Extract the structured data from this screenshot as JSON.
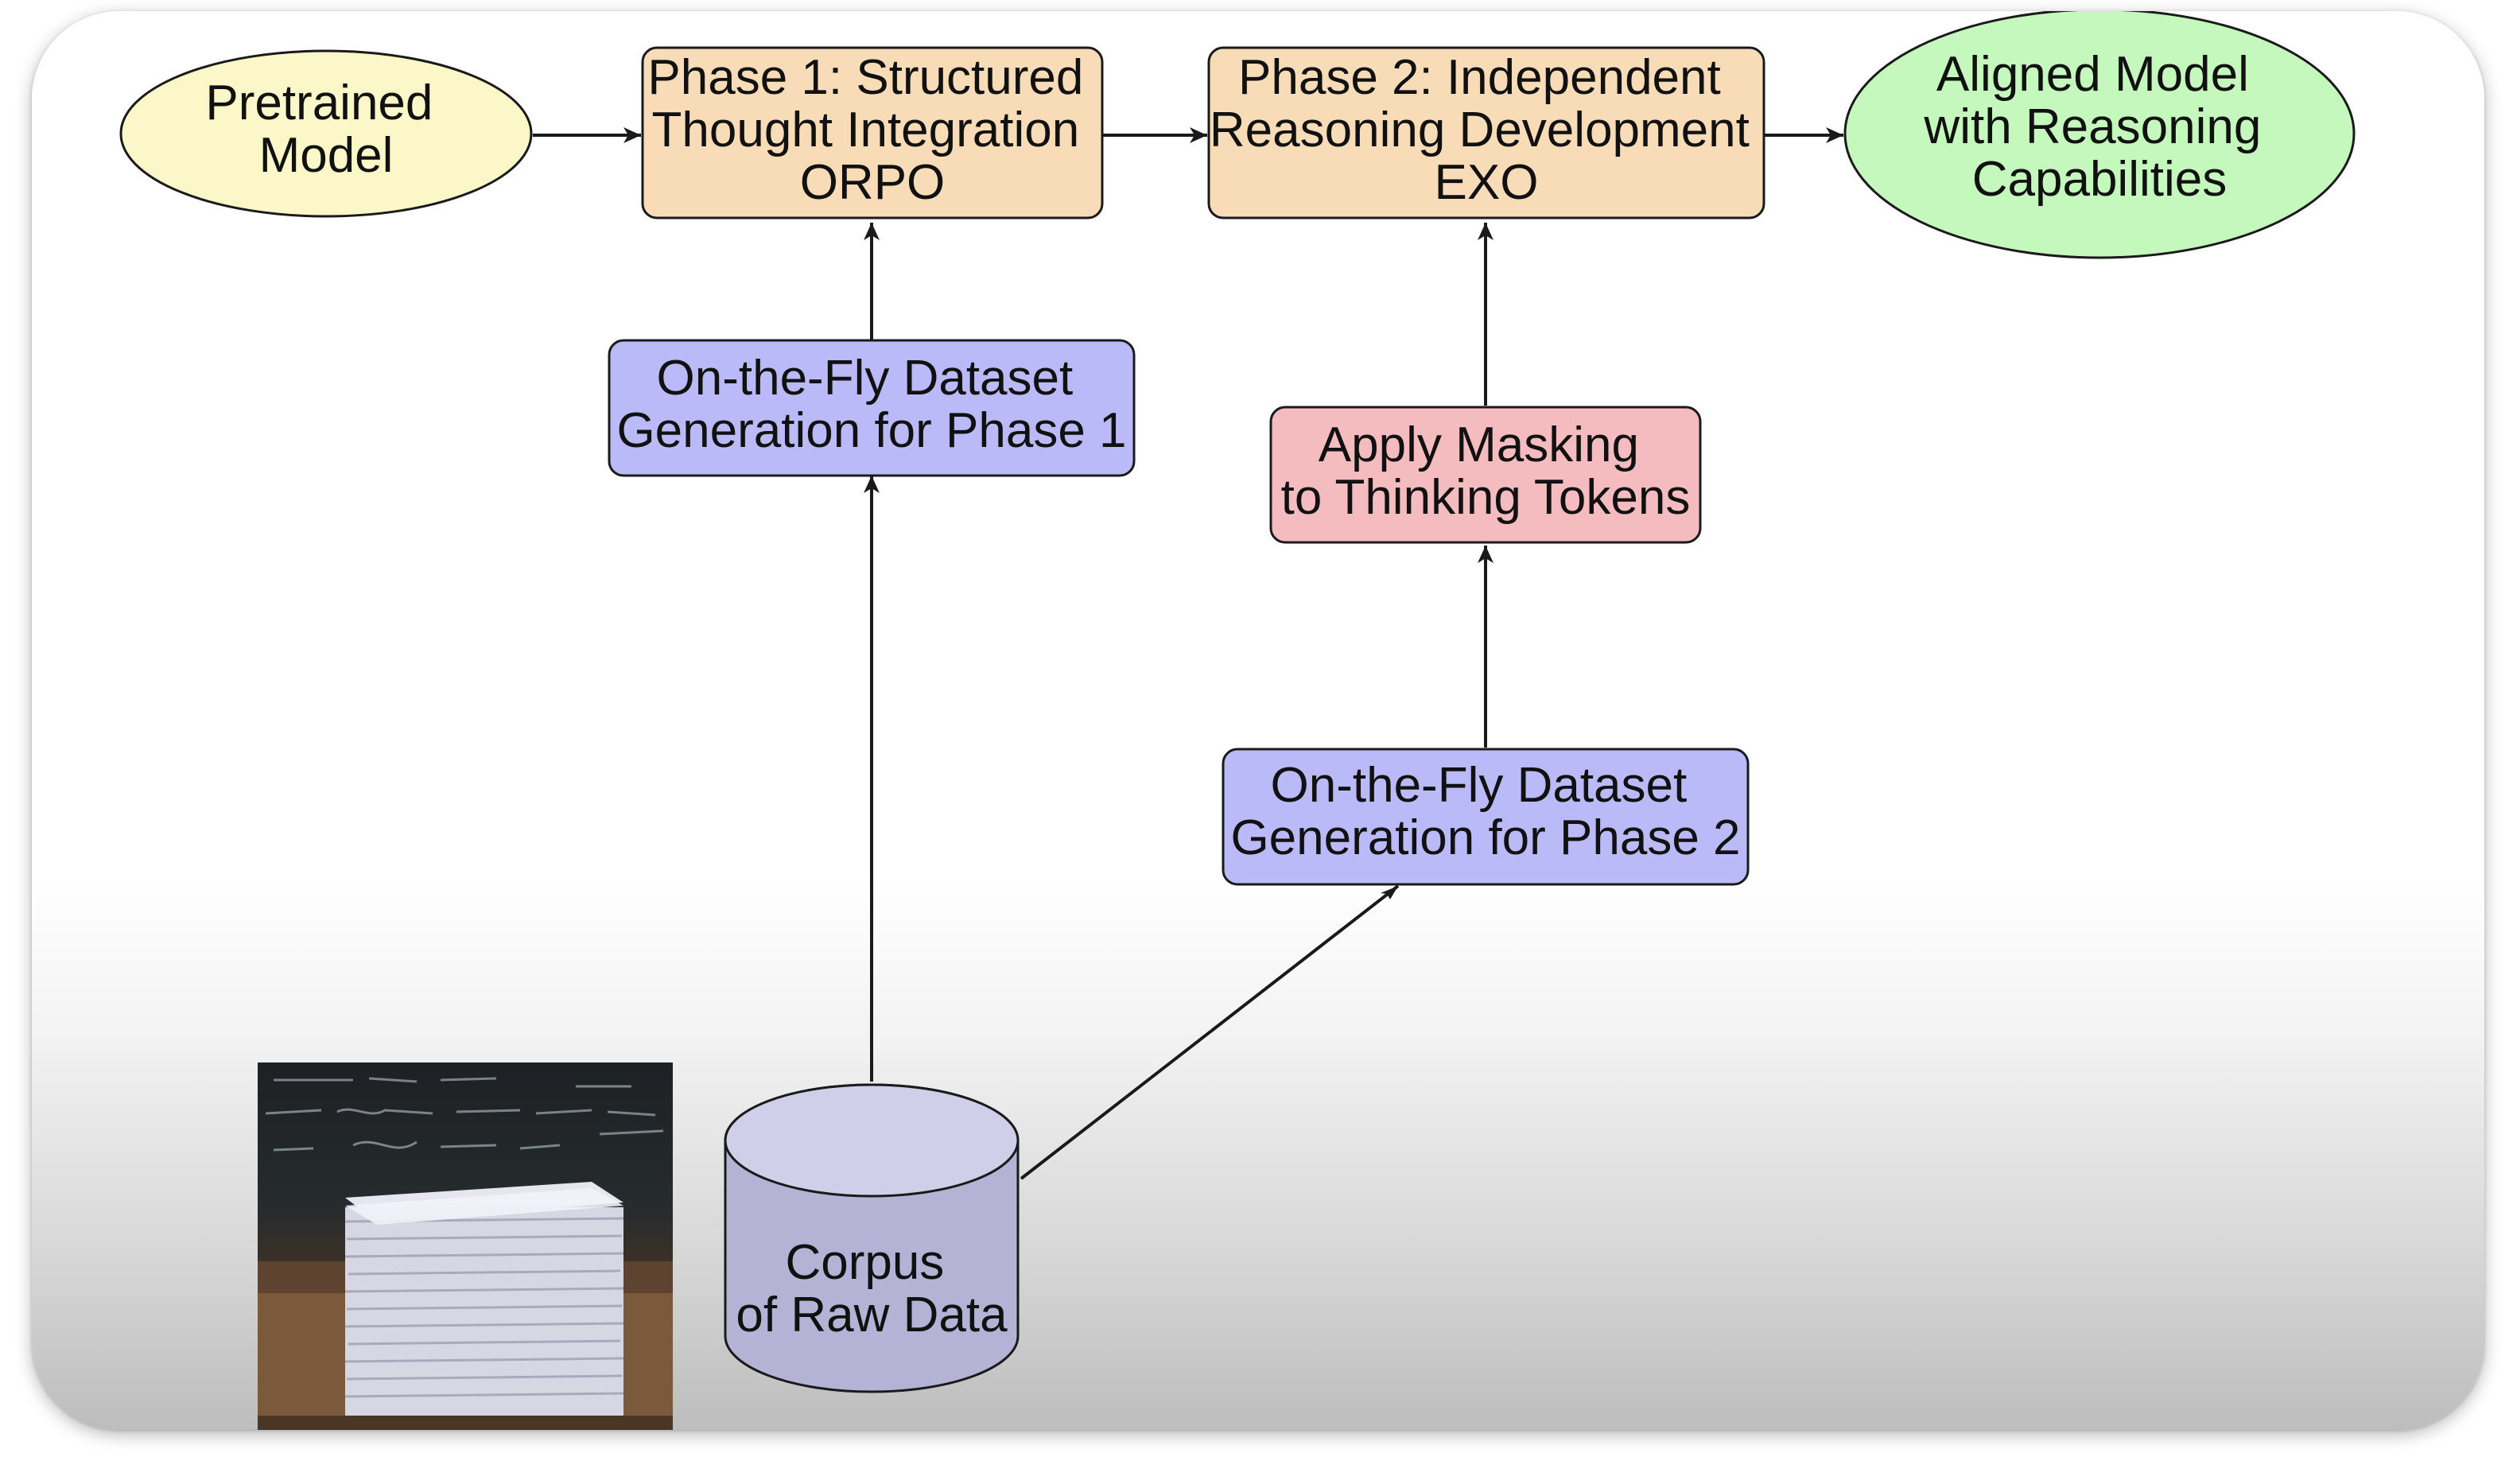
{
  "colors": {
    "pretrained_fill": "#fbf7c8",
    "phase_fill": "#f8dcb8",
    "dataset_fill": "#babaf8",
    "masking_fill": "#f5bcc0",
    "aligned_fill": "#c4f8bc",
    "corpus_fill": "#b4b3d6",
    "corpus_top": "#d0cfea",
    "stroke": "#1a1a1a"
  },
  "nodes": {
    "pretrained": {
      "lines": [
        "Pretrained",
        "Model"
      ]
    },
    "phase1": {
      "lines": [
        "Phase 1: Structured",
        "Thought Integration",
        "ORPO"
      ]
    },
    "phase2": {
      "lines": [
        "Phase 2: Independent",
        "Reasoning Development",
        "EXO"
      ]
    },
    "aligned": {
      "lines": [
        "Aligned Model",
        "with Reasoning",
        "Capabilities"
      ]
    },
    "dataset1": {
      "lines": [
        "On-the-Fly Dataset",
        "Generation for Phase 1"
      ]
    },
    "masking": {
      "lines": [
        "Apply Masking",
        "to Thinking Tokens"
      ]
    },
    "dataset2": {
      "lines": [
        "On-the-Fly Dataset",
        "Generation for Phase 2"
      ]
    },
    "corpus": {
      "lines": [
        "Corpus",
        "of Raw Data"
      ]
    }
  },
  "illustration": {
    "icon": "paper-stack-photo-icon"
  }
}
